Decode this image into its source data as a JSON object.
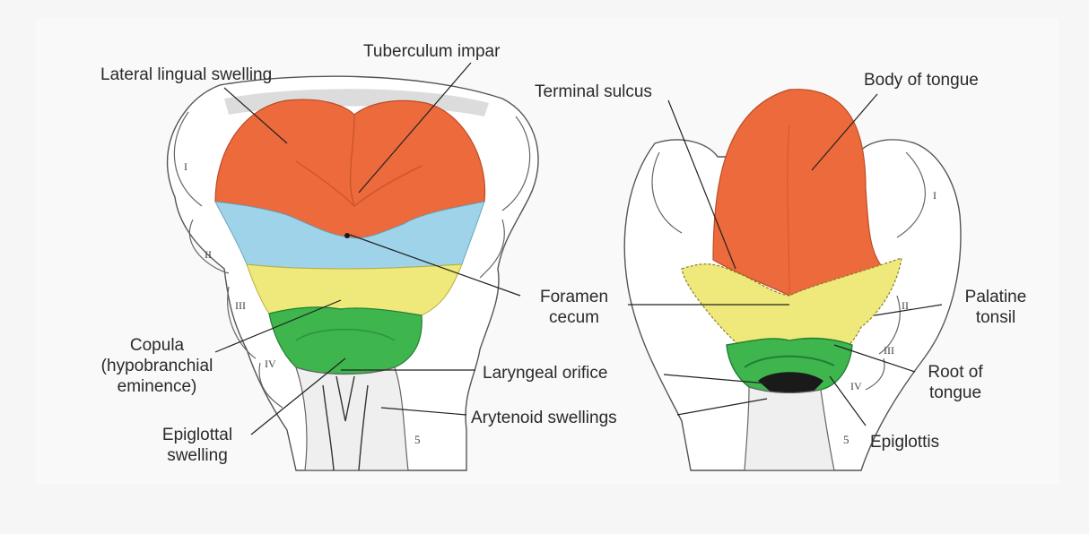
{
  "colors": {
    "page_background": "#f6f6f6",
    "tongue_orange": "#ec6a3c",
    "blue_band": "#9fd3ea",
    "yellow_band": "#efe87a",
    "green_band": "#3fb54d",
    "dark_green": "#1f7f33",
    "black_orifice": "#1a1a1a"
  },
  "labels": {
    "lateral_lingual_swelling": "Lateral lingual swelling",
    "tuberculum_impar": "Tuberculum impar",
    "terminal_sulcus": "Terminal sulcus",
    "body_of_tongue": "Body of tongue",
    "foramen_cecum": [
      "Foramen",
      "cecum"
    ],
    "copula": [
      "Copula",
      "(hypobranchial",
      "eminence)"
    ],
    "palatine_tonsil": [
      "Palatine",
      "tonsil"
    ],
    "root_of_tongue": [
      "Root of",
      "tongue"
    ],
    "laryngeal_orifice": "Laryngeal orifice",
    "arytenoid_swellings": "Arytenoid swellings",
    "epiglottal_swelling": [
      "Epiglottal",
      "swelling"
    ],
    "epiglottis": "Epiglottis"
  },
  "arch_numerals": {
    "left": [
      "I",
      "II",
      "III",
      "IV"
    ],
    "right": [
      "I",
      "II",
      "III",
      "IV"
    ],
    "left_bottom": "5",
    "right_bottom": "5"
  }
}
